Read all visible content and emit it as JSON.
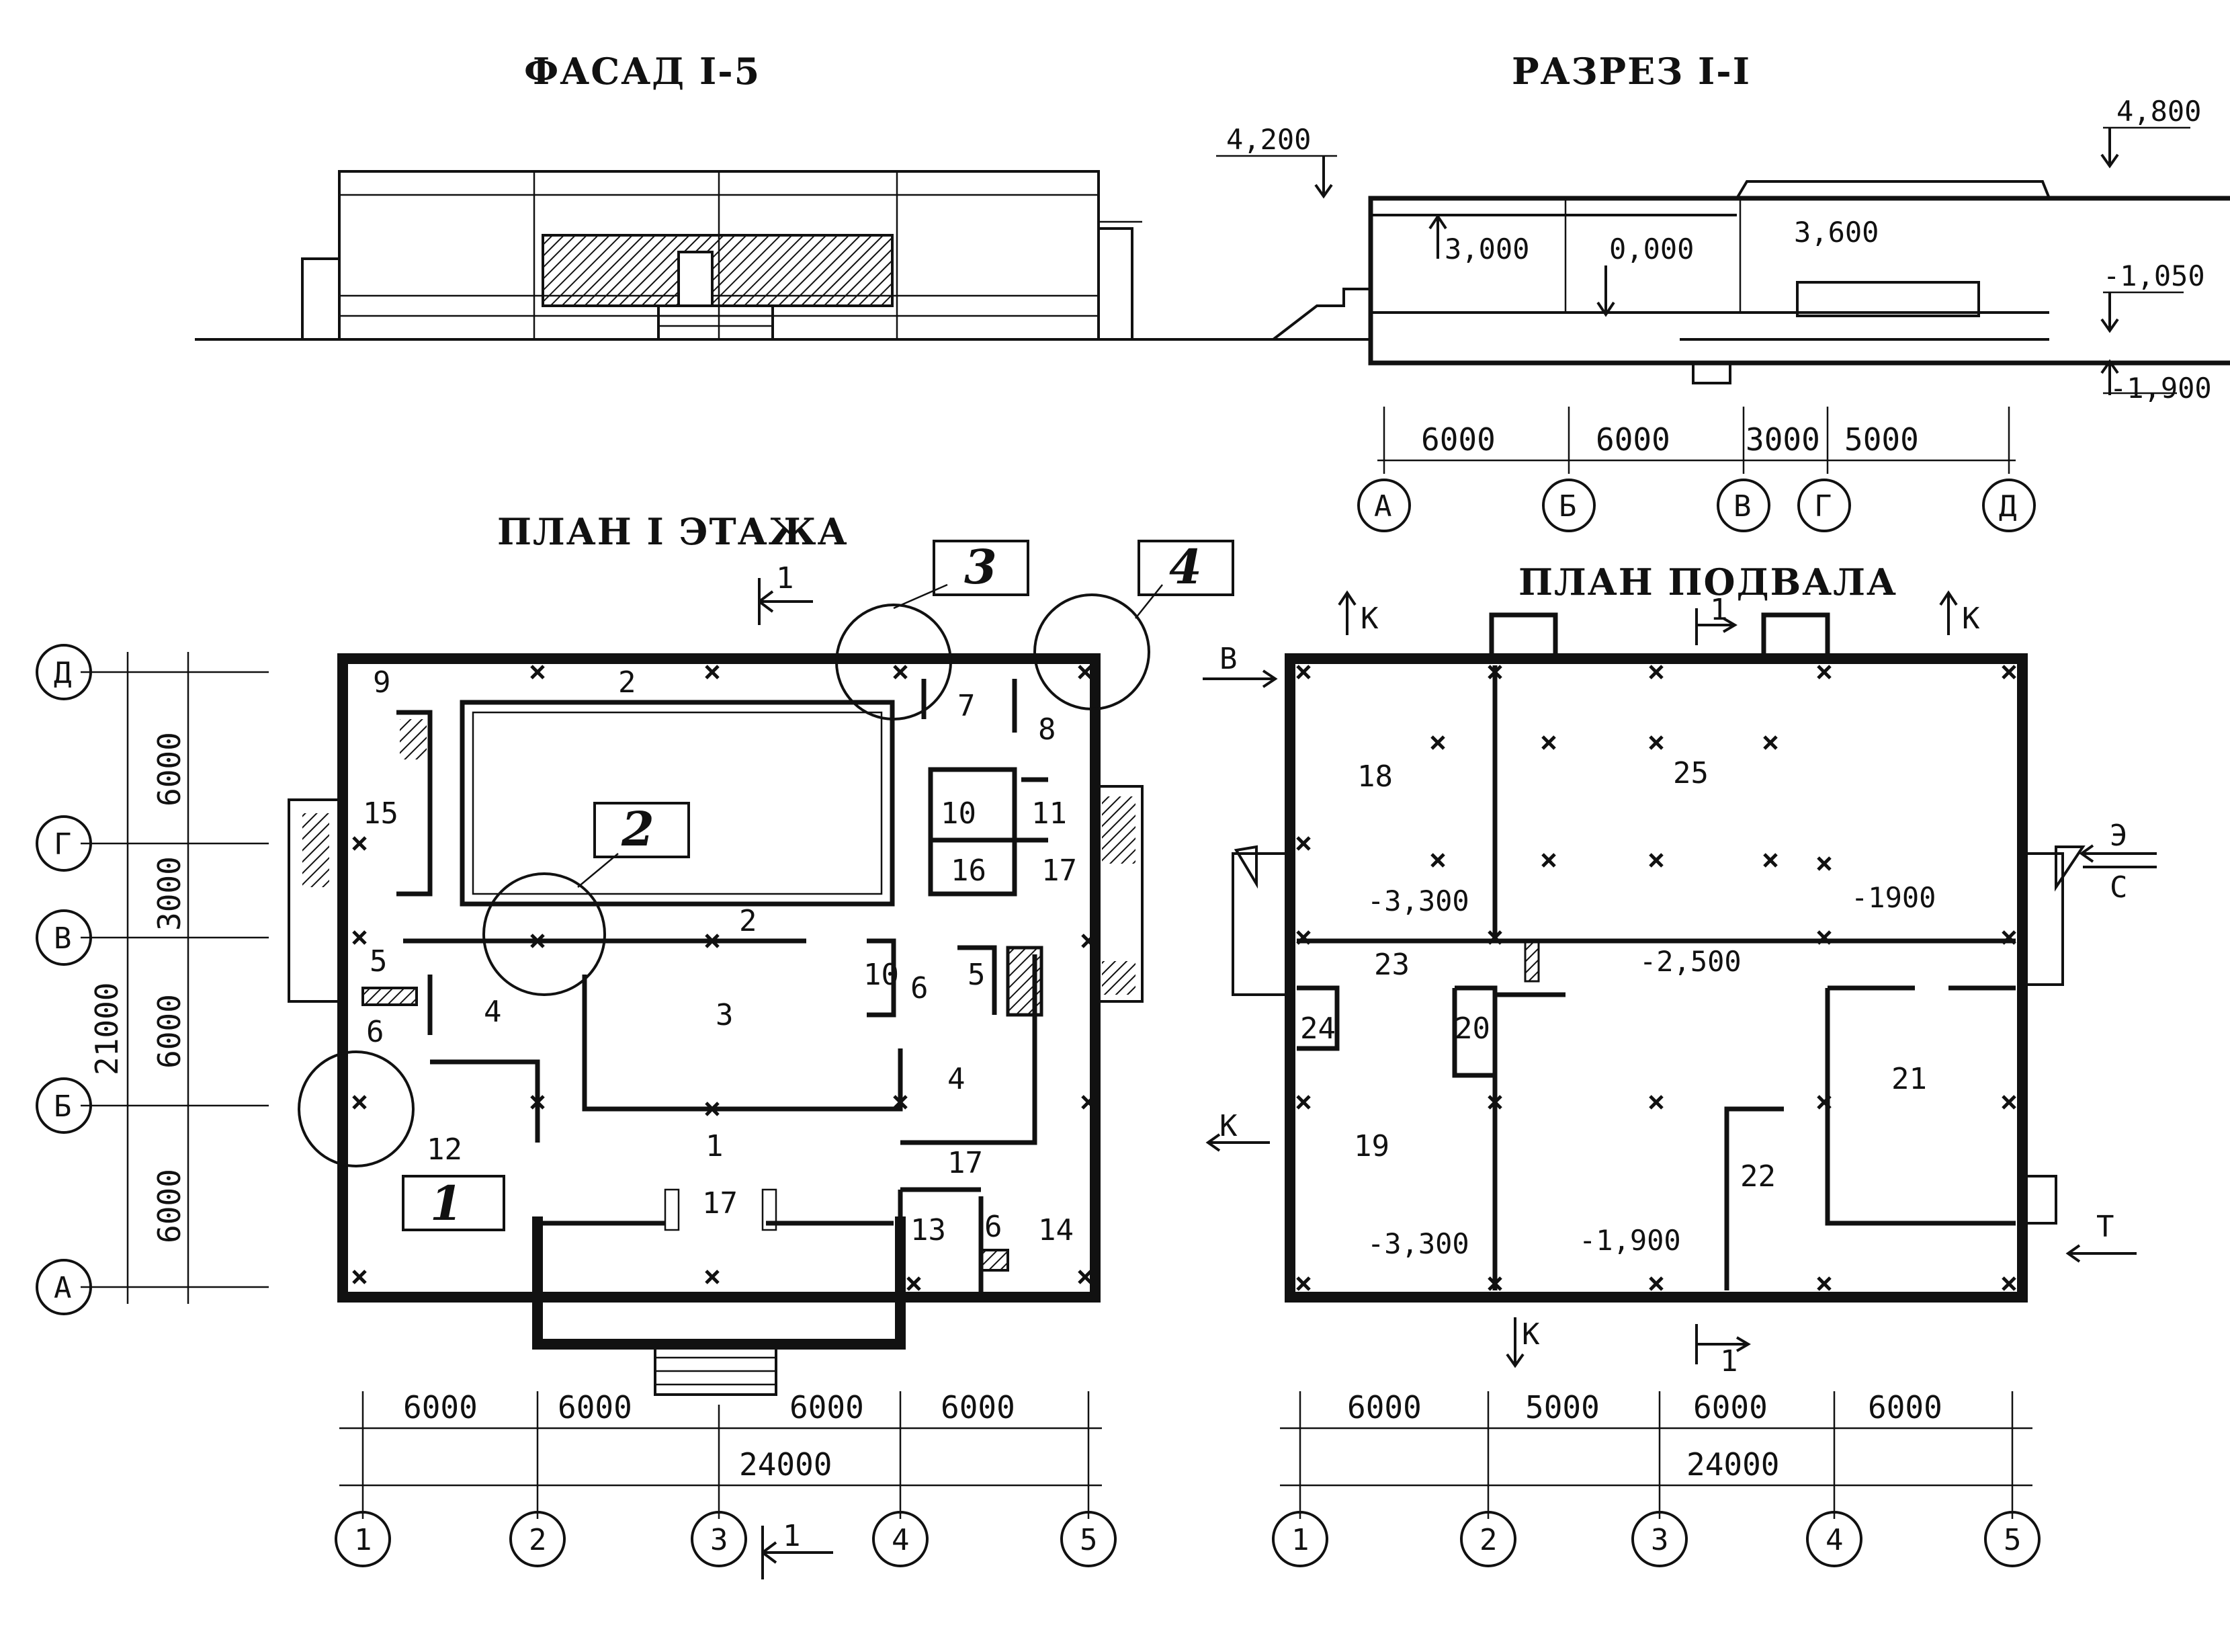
{
  "titles": {
    "facade": "ФАСАД I-5",
    "section": "РАЗРЕЗ I-I",
    "plan_floor1": "ПЛАН I ЭТАЖА",
    "plan_basement": "ПЛАН ПОДВАЛА"
  },
  "section": {
    "levels": [
      "4,200",
      "4,800",
      "-1,050",
      "-1,900",
      "3,000",
      "0,000",
      "3,600"
    ],
    "spans": [
      "6000",
      "6000",
      "3000",
      "5000"
    ],
    "axes": [
      "А",
      "Б",
      "В",
      "Г",
      "Д"
    ]
  },
  "plan1": {
    "spans": [
      "6000",
      "6000",
      "6000",
      "6000"
    ],
    "total": "24000",
    "vspans": [
      "6000",
      "3000",
      "6000",
      "6000"
    ],
    "vtotal": "21000",
    "axes_v": [
      "Д",
      "Г",
      "В",
      "Б",
      "А"
    ],
    "axes_h": [
      "1",
      "2",
      "3",
      "4",
      "5"
    ],
    "cut_mark": "1",
    "callouts": [
      "1",
      "2",
      "3",
      "4"
    ],
    "rooms": [
      "9",
      "2",
      "7",
      "8",
      "15",
      "10",
      "11",
      "16",
      "17",
      "2",
      "5",
      "4",
      "3",
      "10",
      "6",
      "5",
      "6",
      "4",
      "12",
      "1",
      "17",
      "17",
      "13",
      "6",
      "14"
    ]
  },
  "basement": {
    "spans": [
      "6000",
      "5000",
      "6000",
      "6000"
    ],
    "total": "24000",
    "axes_h": [
      "1",
      "2",
      "3",
      "4",
      "5"
    ],
    "rooms": [
      "18",
      "25",
      "23",
      "24",
      "20",
      "21",
      "19",
      "22"
    ],
    "levels": [
      "-3,300",
      "-1900",
      "-2,500",
      "-3,300",
      "-1,900"
    ],
    "markers": [
      "К",
      "К",
      "К",
      "К",
      "1",
      "1",
      "В",
      "Э",
      "С",
      "Т"
    ]
  }
}
